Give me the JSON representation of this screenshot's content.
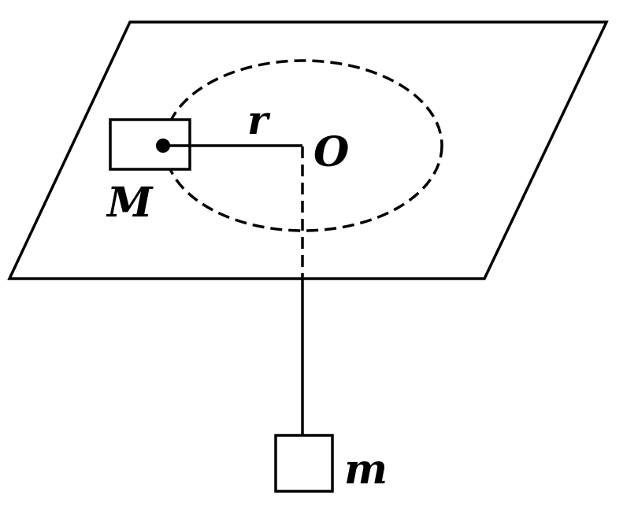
{
  "labels": {
    "block_large": "M",
    "block_small": "m",
    "radius": "r",
    "center": "O"
  },
  "colors": {
    "ink": "#000000",
    "background": "#ffffff"
  }
}
